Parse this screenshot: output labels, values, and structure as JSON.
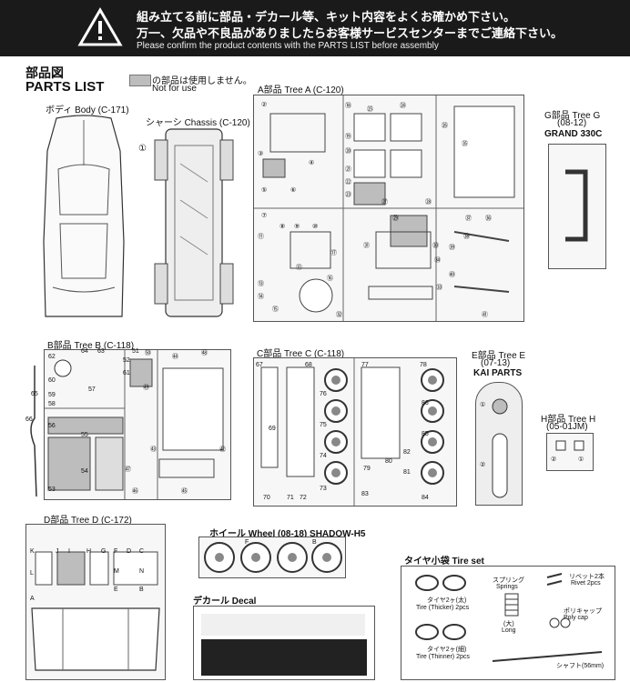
{
  "banner": {
    "line1": "組み立てる前に部品・デカール等、キット内容をよくお確かめ下さい。",
    "line2": "万一、欠品や不良品がありましたらお客様サービスセンターまでご連絡下さい。",
    "line3": "Please confirm the product contents with the PARTS LIST before assembly"
  },
  "header": {
    "title_jp": "部品図",
    "title_en": "PARTS LIST"
  },
  "legend": {
    "jp": "の部品は使用しません。",
    "en": "Not for use"
  },
  "groups": {
    "body": "ボディ Body (C-171)",
    "chassis": "シャーシ Chassis (C-120)",
    "tree_a": "A部品 Tree A (C-120)",
    "tree_g": {
      "label": "G部品 Tree G",
      "code": "(08-12)",
      "name": "GRAND 330C"
    },
    "tree_b": "B部品 Tree B (C-118)",
    "tree_c": "C部品 Tree C (C-118)",
    "tree_e": {
      "label": "E部品 Tree E",
      "code": "(07-13)",
      "name": "KAI PARTS"
    },
    "tree_h": {
      "label": "H部品 Tree H",
      "code": "(05-01JM)"
    },
    "tree_d": "D部品 Tree D (C-172)",
    "wheel": "ホイール Wheel (08-18) SHADOW-H5",
    "decal": "デカール Decal",
    "tire_set": "タイヤ小袋 Tire set"
  },
  "tire_set": {
    "springs_jp": "スプリング",
    "springs_en": "Springs",
    "long_jp": "(大)",
    "long_en": "Long",
    "rivet_jp": "リベット2本",
    "rivet_en": "Rivet 2pcs",
    "poly_jp": "ポリキャップ",
    "poly_en": "Poly cap",
    "tire_thick_jp": "タイヤ2ヶ(太)",
    "tire_thick_en": "Tire (Thicker) 2pcs",
    "tire_thin_jp": "タイヤ2ヶ(細)",
    "tire_thin_en": "Tire (Thinner) 2pcs",
    "shaft": "シャフト(56mm)"
  },
  "part_numbers": {
    "chassis": [
      "①"
    ],
    "tree_a": [
      "②",
      "③",
      "④",
      "⑤",
      "⑥",
      "⑦",
      "⑧",
      "⑨",
      "⑩",
      "⑪",
      "⑫",
      "⑬",
      "⑭",
      "⑮",
      "⑯",
      "⑰",
      "⑱",
      "⑲",
      "⑳",
      "㉑",
      "㉒",
      "㉓",
      "㉔",
      "㉕",
      "㉖",
      "㉗",
      "㉘",
      "㉙",
      "㉚",
      "㉛",
      "㉜",
      "㉝",
      "㉞",
      "㉟",
      "㊱",
      "㊲",
      "㊳",
      "㊴",
      "㊵",
      "㊶"
    ],
    "tree_b": [
      "㊷",
      "㊸",
      "㊹",
      "㊺",
      "㊻",
      "㊼",
      "㊽",
      "㊾",
      "㊿",
      "51",
      "52",
      "53",
      "54",
      "55",
      "56",
      "57",
      "58",
      "59",
      "60",
      "61",
      "62",
      "63",
      "64",
      "65",
      "66"
    ],
    "tree_c": [
      "67",
      "68",
      "69",
      "70",
      "71",
      "72",
      "73",
      "74",
      "75",
      "76",
      "77",
      "78",
      "79",
      "80",
      "81",
      "82",
      "83",
      "84",
      "85",
      "86"
    ],
    "tree_e": [
      "①",
      "②"
    ],
    "tree_h": [
      "②",
      "①"
    ],
    "tree_d": [
      "K",
      "L",
      "J",
      "I",
      "H",
      "G",
      "F",
      "D",
      "C",
      "N",
      "M",
      "E",
      "B",
      "A"
    ],
    "wheel": [
      "F",
      "B"
    ]
  },
  "colors": {
    "banner": "#1a1a1a",
    "shade": "#bdbdbd"
  }
}
